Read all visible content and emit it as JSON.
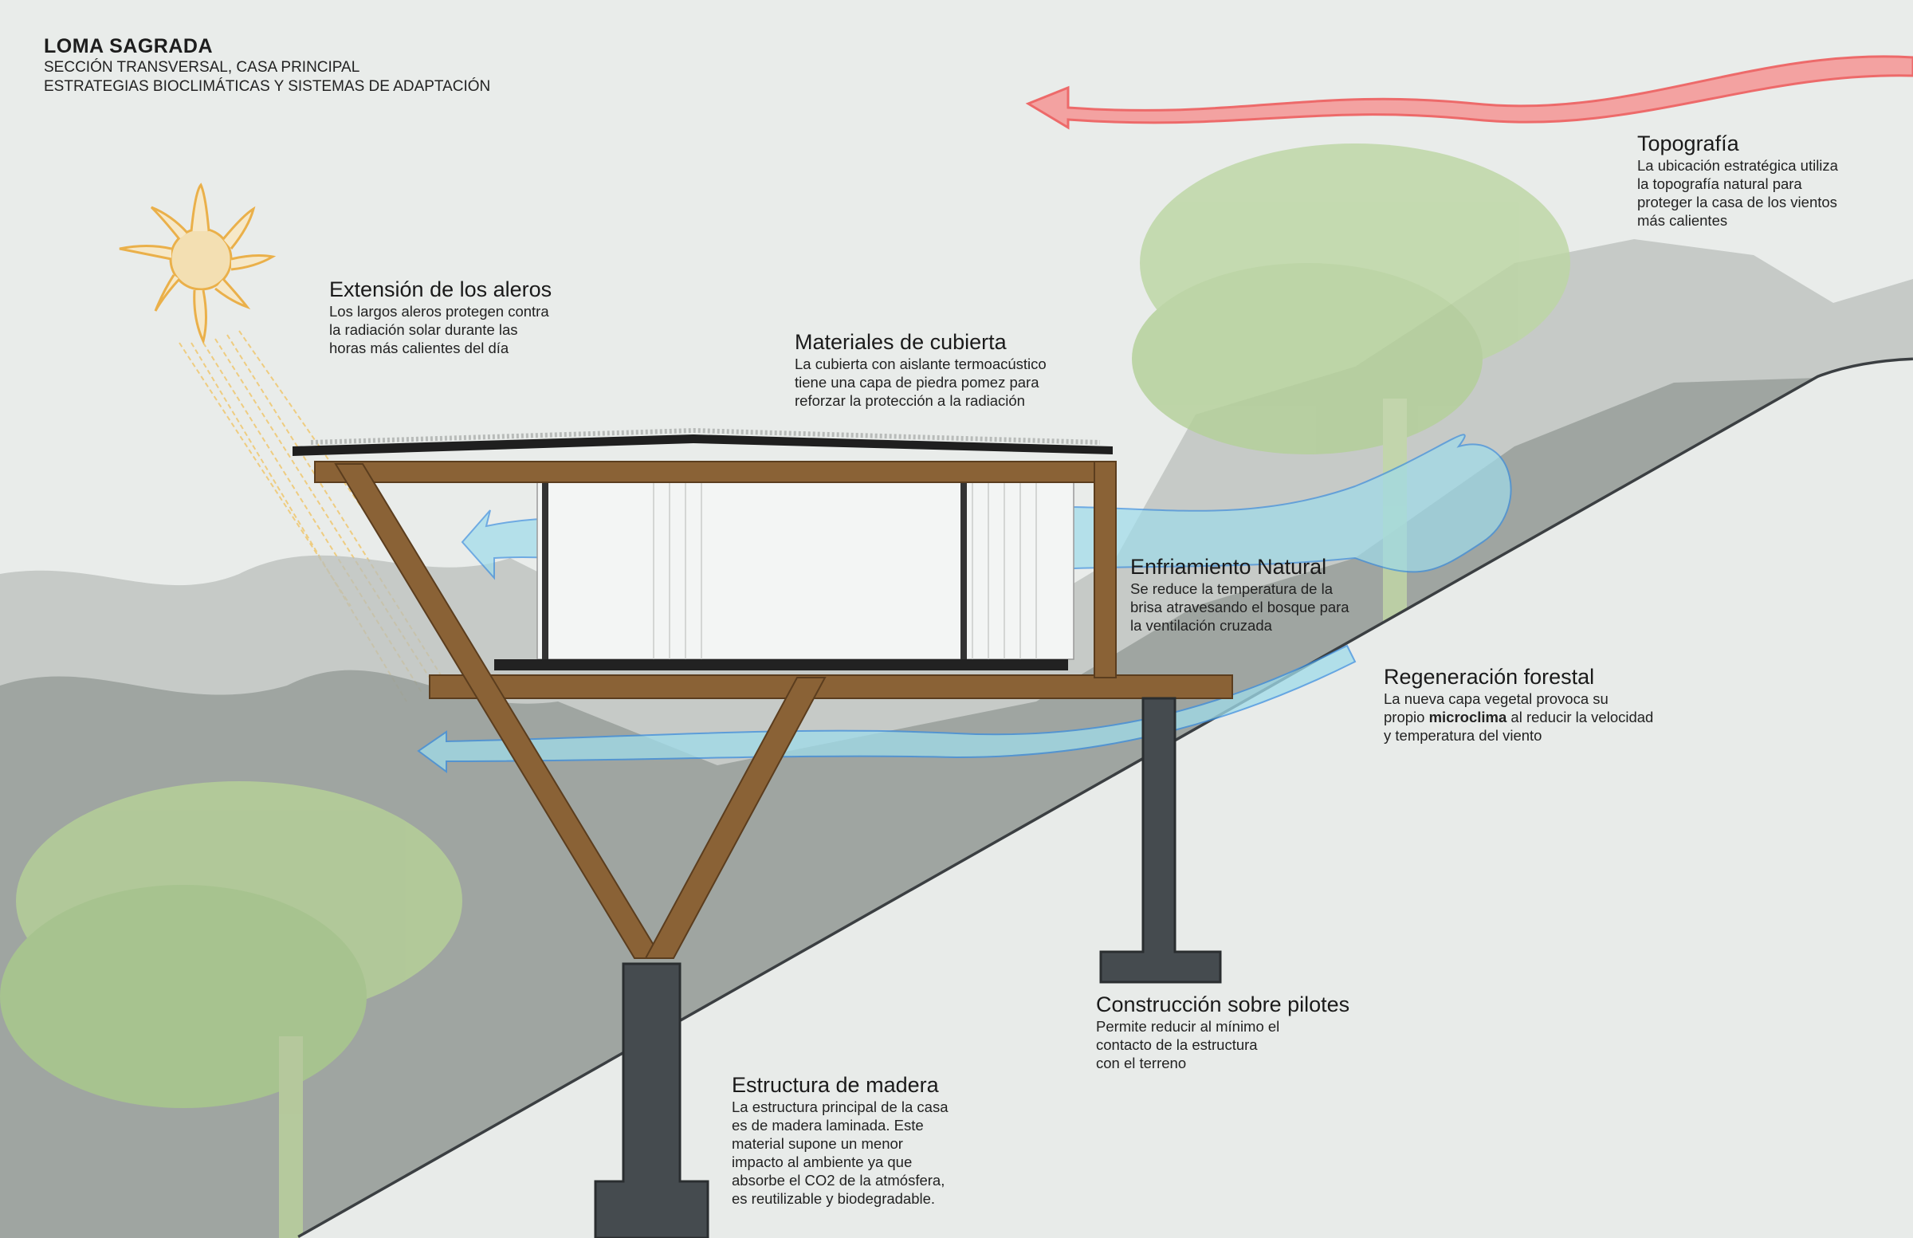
{
  "header": {
    "title": "LOMA SAGRADA",
    "subtitle_1": "SECCIÓN TRANSVERSAL, CASA PRINCIPAL",
    "subtitle_2": "ESTRATEGIAS BIOCLIMÁTICAS Y SISTEMAS DE ADAPTACIÓN"
  },
  "annotations": {
    "topografia": {
      "title": "Topografía",
      "lines": [
        "La ubicación estratégica utiliza",
        "la topografía natural para",
        "proteger la casa de los vientos",
        "más calientes"
      ]
    },
    "aleros": {
      "title": "Extensión de los aleros",
      "lines": [
        "Los largos aleros protegen contra",
        "la radiación solar durante las",
        "horas más calientes del día"
      ]
    },
    "cubierta": {
      "title": "Materiales de cubierta",
      "lines": [
        "La cubierta con aislante termoacústico",
        "tiene una capa de piedra pomez para",
        "reforzar la protección a la radiación"
      ]
    },
    "enfriamiento": {
      "title": "Enfriamiento Natural",
      "lines": [
        "Se reduce la temperatura de la",
        "brisa atravesando el bosque para",
        "la ventilación cruzada"
      ]
    },
    "regeneracion": {
      "title": "Regeneración forestal",
      "line1": "La nueva capa vegetal provoca su",
      "line2_pre": "propio ",
      "line2_bold": "microclima",
      "line2_post": " al reducir la velocidad",
      "line3": "y temperatura del viento"
    },
    "pilotes": {
      "title": "Construcción sobre pilotes",
      "lines": [
        "Permite reducir al mínimo el",
        "contacto de la estructura",
        "con el terreno"
      ]
    },
    "madera": {
      "title": "Estructura de madera",
      "lines": [
        "La estructura principal de la casa",
        "es de madera laminada. Este",
        "material supone un menor",
        "impacto al ambiente ya que",
        "absorbe el CO2 de la atmósfera,",
        "es reutilizable y biodegradable."
      ]
    }
  },
  "colors": {
    "background": "#e9ecea",
    "wood": "#8a6236",
    "concrete": "#454b4f",
    "hot_wind": "#f26a6a",
    "cool_wind": "#8fd6e6",
    "vegetation_green": "#a9c98c",
    "vegetation_gray": "#9aa09c",
    "sun": "#f0b84a"
  }
}
